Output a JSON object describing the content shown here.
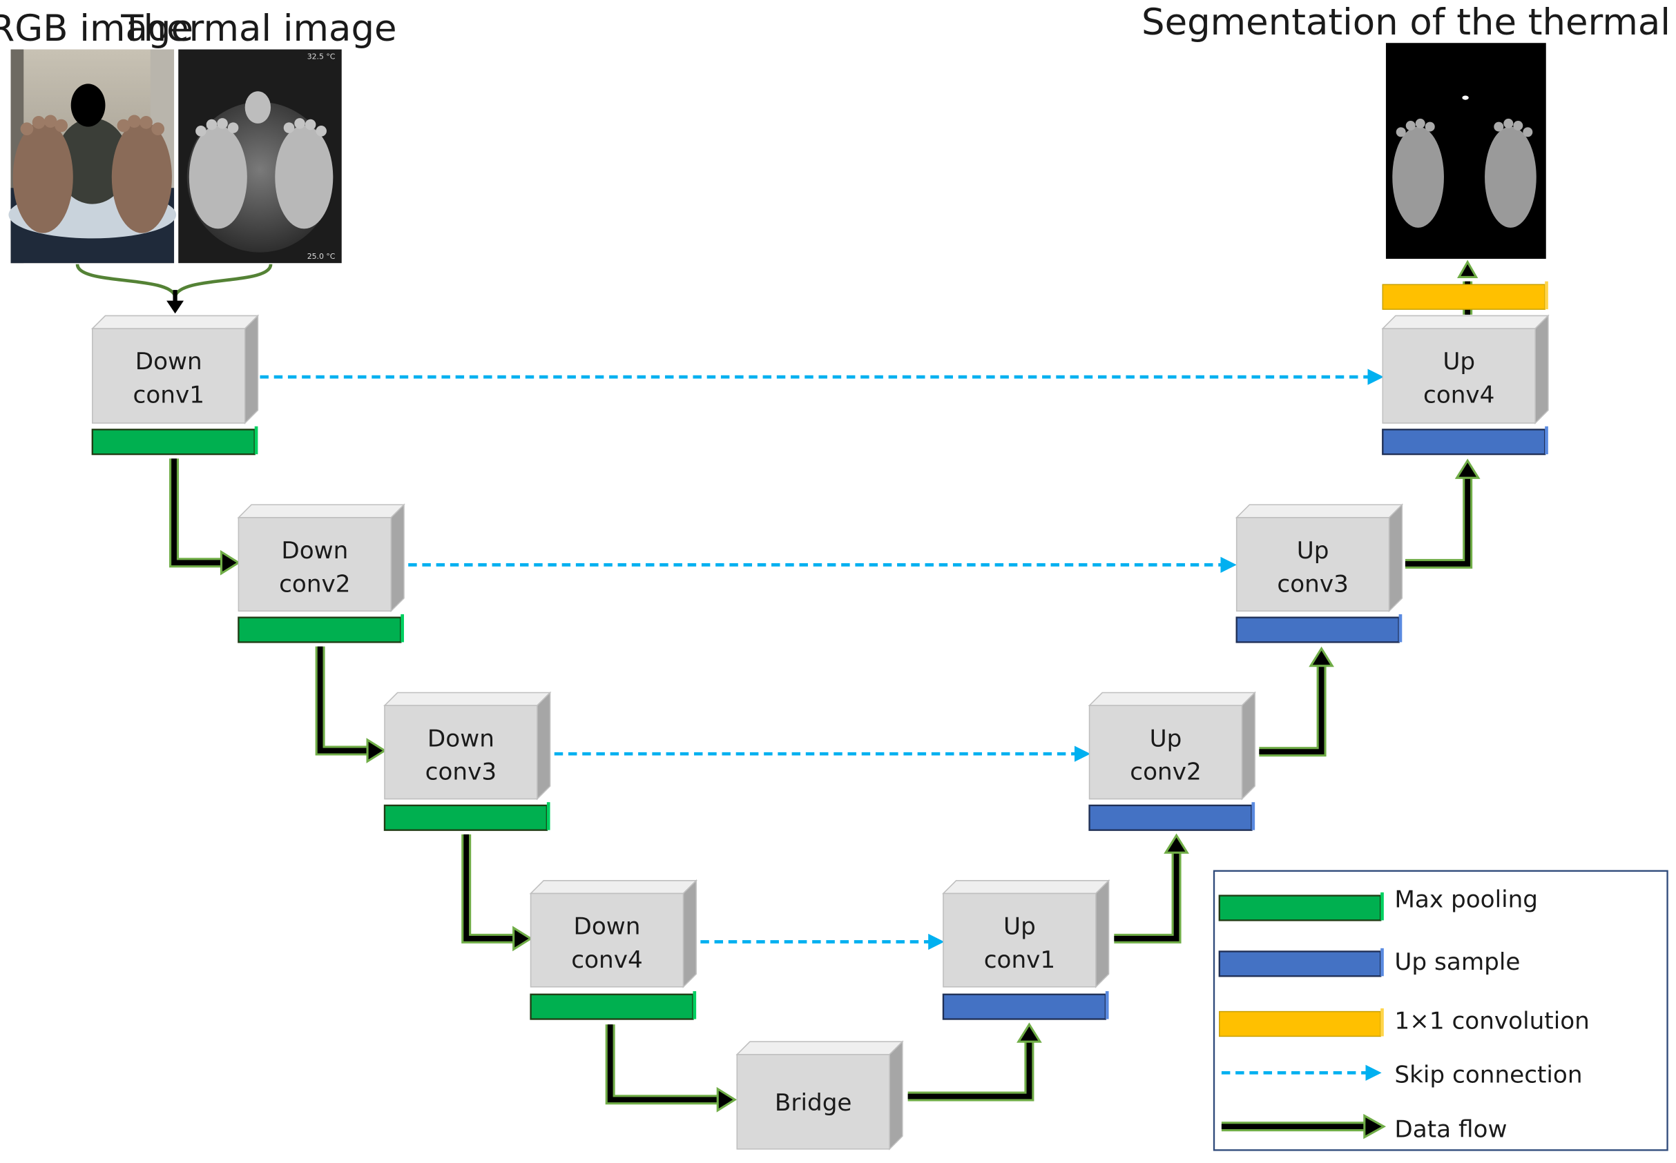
{
  "captions": {
    "rgb": "RGB image",
    "thermal": "Thermal image",
    "segmentation": "Segmentation of the thermal image",
    "thermal_max_temp": "32.5 °C",
    "thermal_min_temp": "25.0 °C"
  },
  "encoder": [
    {
      "line1": "Down",
      "line2": "conv1"
    },
    {
      "line1": "Down",
      "line2": "conv2"
    },
    {
      "line1": "Down",
      "line2": "conv3"
    },
    {
      "line1": "Down",
      "line2": "conv4"
    }
  ],
  "bridge": {
    "label": "Bridge"
  },
  "decoder": [
    {
      "line1": "Up",
      "line2": "conv1"
    },
    {
      "line1": "Up",
      "line2": "conv2"
    },
    {
      "line1": "Up",
      "line2": "conv3"
    },
    {
      "line1": "Up",
      "line2": "conv4"
    }
  ],
  "legend": {
    "max_pooling": "Max pooling",
    "up_sample": "Up sample",
    "conv1x1": "1×1 convolution",
    "skip": "Skip connection",
    "data_flow": "Data flow"
  },
  "colors": {
    "max_pooling": "#00b050",
    "up_sample": "#4472c4",
    "conv1x1": "#ffc000",
    "skip": "#00b0f0",
    "data_flow": "#000000",
    "data_flow_outline": "#70ad47",
    "block_face": "#d9d9d9"
  }
}
